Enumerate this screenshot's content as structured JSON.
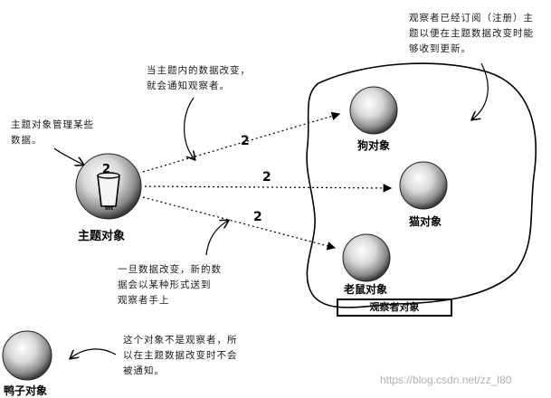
{
  "notes": {
    "top_right": "观察者已经订阅（注册）主\n题以便在主题数据改变时能\n够收到更新。",
    "top_center": "当主题内的数据改变，\n就会通知观察者。",
    "left": "主题对象管理某些\n数据。",
    "middle": "一旦数据改变，新的数\n据会以某种形式送到\n观察者手上",
    "bottom": "这个对象不是观察者，所\n以在主题数据改变时不会\n被通知。"
  },
  "subject": {
    "label": "主题对象",
    "value": "2",
    "cup_text": "int"
  },
  "observers": [
    {
      "label": "狗对象"
    },
    {
      "label": "猫对象"
    },
    {
      "label": "老鼠对象"
    }
  ],
  "non_observer": {
    "label": "鸭子对象"
  },
  "arrows": [
    {
      "value": "2"
    },
    {
      "value": "2"
    },
    {
      "value": "2"
    }
  ],
  "group_label": "观察者对象",
  "watermark": "https://blog.csdn.net/zz_l80"
}
